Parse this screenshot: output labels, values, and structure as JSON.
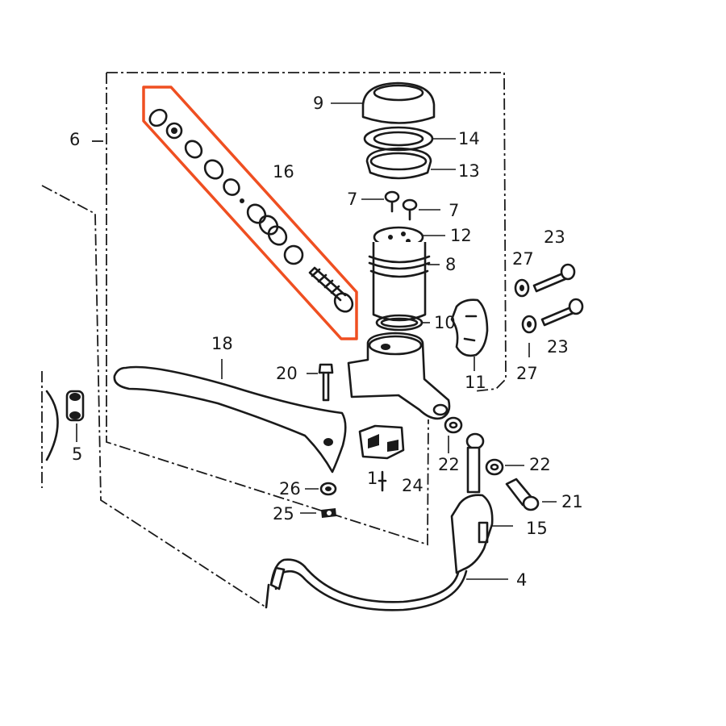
{
  "colors": {
    "ink": "#1a1a1a",
    "highlight": "#ef4f21",
    "background": "#ffffff"
  },
  "highlighted_part": "16",
  "parts": [
    {
      "id": "part-4",
      "label": "4"
    },
    {
      "id": "part-5",
      "label": "5"
    },
    {
      "id": "part-6",
      "label": "6"
    },
    {
      "id": "part-7a",
      "label": "7"
    },
    {
      "id": "part-7b",
      "label": "7"
    },
    {
      "id": "part-8",
      "label": "8"
    },
    {
      "id": "part-9",
      "label": "9"
    },
    {
      "id": "part-10",
      "label": "10"
    },
    {
      "id": "part-11",
      "label": "11"
    },
    {
      "id": "part-12",
      "label": "12"
    },
    {
      "id": "part-13",
      "label": "13"
    },
    {
      "id": "part-14",
      "label": "14"
    },
    {
      "id": "part-15",
      "label": "15"
    },
    {
      "id": "part-16",
      "label": "16"
    },
    {
      "id": "part-18",
      "label": "18"
    },
    {
      "id": "part-20",
      "label": "20"
    },
    {
      "id": "part-21",
      "label": "21"
    },
    {
      "id": "part-22a",
      "label": "22"
    },
    {
      "id": "part-22b",
      "label": "22"
    },
    {
      "id": "part-23a",
      "label": "23"
    },
    {
      "id": "part-23b",
      "label": "23"
    },
    {
      "id": "part-24",
      "label": "24"
    },
    {
      "id": "part-24-num",
      "label": "1"
    },
    {
      "id": "part-25",
      "label": "25"
    },
    {
      "id": "part-26",
      "label": "26"
    },
    {
      "id": "part-27a",
      "label": "27"
    },
    {
      "id": "part-27b",
      "label": "27"
    }
  ]
}
